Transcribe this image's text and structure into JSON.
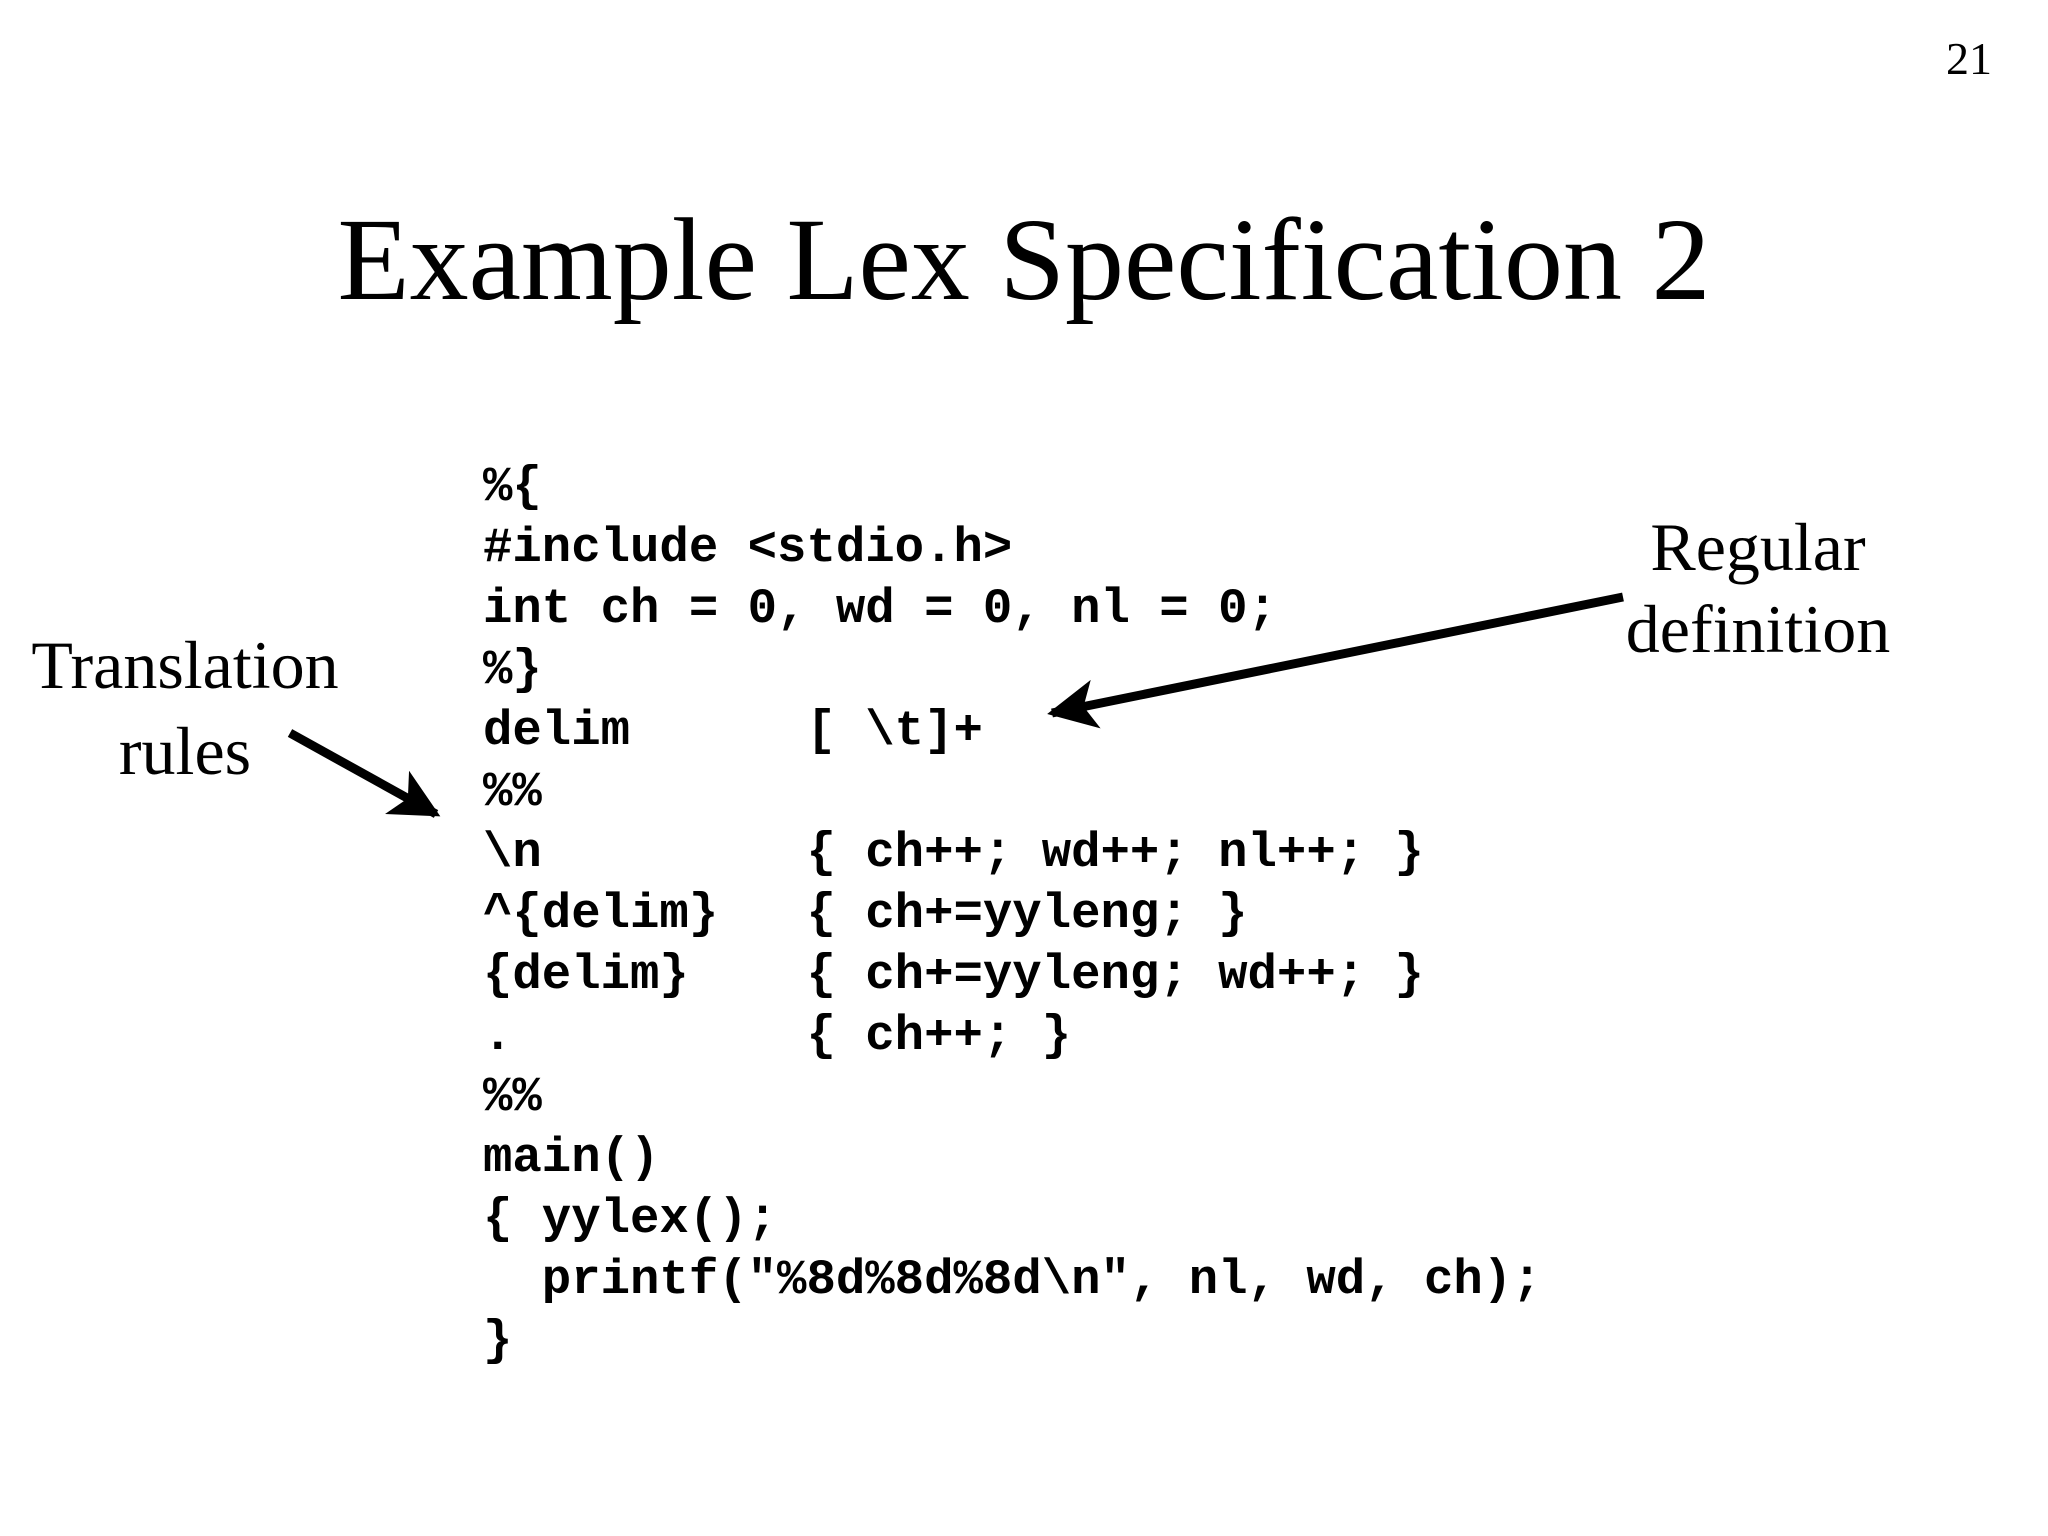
{
  "page_number": "21",
  "title": "Example Lex Specification 2",
  "annotations": {
    "translation_rules": {
      "line1": "Translation",
      "line2": "rules"
    },
    "regular_definition": {
      "line1": "Regular",
      "line2": "definition"
    }
  },
  "code_lines": [
    "%{",
    "#include <stdio.h>",
    "int ch = 0, wd = 0, nl = 0;",
    "%}",
    "delim      [ \\t]+",
    "%%",
    "\\n         { ch++; wd++; nl++; }",
    "^{delim}   { ch+=yyleng; }",
    "{delim}    { ch+=yyleng; wd++; }",
    ".          { ch++; }",
    "%%",
    "main()",
    "{ yylex();",
    "  printf(\"%8d%8d%8d\\n\", nl, wd, ch);",
    "}"
  ],
  "colors": {
    "background": "#ffffff",
    "text": "#000000"
  }
}
